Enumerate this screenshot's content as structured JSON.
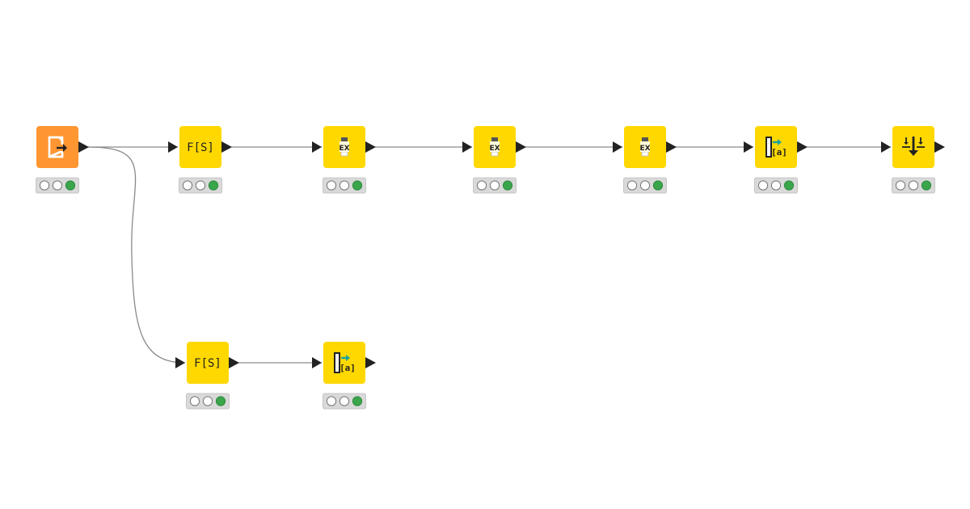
{
  "colors": {
    "source": "#ff9632",
    "manipulator": "#ffd800",
    "connection": "#8a8a8a",
    "port": "#222222",
    "status_bg": "#d9d9d9",
    "status_executed": "#3aa64b"
  },
  "nodes": [
    {
      "id": "reader",
      "kind": "source",
      "icon": "table-reader-icon",
      "glyph": "",
      "status": "executed"
    },
    {
      "id": "string-manipulation-1",
      "kind": "manipulator",
      "icon": "string-manipulation-icon",
      "glyph": "F[S]",
      "status": "executed"
    },
    {
      "id": "expression-1",
      "kind": "manipulator",
      "icon": "expression-icon",
      "glyph": "EX",
      "status": "executed"
    },
    {
      "id": "expression-2",
      "kind": "manipulator",
      "icon": "expression-icon",
      "glyph": "EX",
      "status": "executed"
    },
    {
      "id": "expression-3",
      "kind": "manipulator",
      "icon": "expression-icon",
      "glyph": "EX",
      "status": "executed"
    },
    {
      "id": "column-to-collection-1",
      "kind": "manipulator",
      "icon": "column-collection-icon",
      "glyph": "[a]",
      "status": "executed"
    },
    {
      "id": "ungroup",
      "kind": "manipulator",
      "icon": "ungroup-icon",
      "glyph": "",
      "status": "executed"
    },
    {
      "id": "string-manipulation-2",
      "kind": "manipulator",
      "icon": "string-manipulation-icon",
      "glyph": "F[S]",
      "status": "executed"
    },
    {
      "id": "column-to-collection-2",
      "kind": "manipulator",
      "icon": "column-collection-icon",
      "glyph": "[a]",
      "status": "executed"
    }
  ],
  "connections": [
    {
      "from": "reader",
      "to": "string-manipulation-1"
    },
    {
      "from": "string-manipulation-1",
      "to": "expression-1"
    },
    {
      "from": "expression-1",
      "to": "expression-2"
    },
    {
      "from": "expression-2",
      "to": "expression-3"
    },
    {
      "from": "expression-3",
      "to": "column-to-collection-1"
    },
    {
      "from": "column-to-collection-1",
      "to": "ungroup"
    },
    {
      "from": "reader",
      "to": "string-manipulation-2"
    },
    {
      "from": "string-manipulation-2",
      "to": "column-to-collection-2"
    }
  ]
}
